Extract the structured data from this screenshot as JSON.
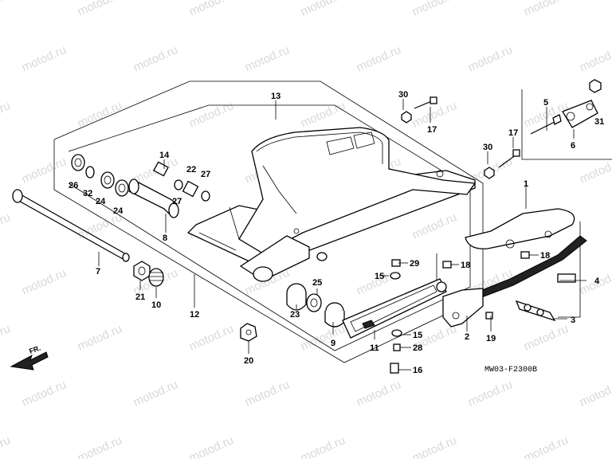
{
  "watermark": "motod.ru",
  "diagram_code": "MW03-F2300B",
  "front_marker": "FR.",
  "callouts": {
    "c1": "1",
    "c2": "2",
    "c3": "3",
    "c4": "4",
    "c5": "5",
    "c6": "6",
    "c7": "7",
    "c8": "8",
    "c9": "9",
    "c10": "10",
    "c11": "11",
    "c12": "12",
    "c13": "13",
    "c14": "14",
    "c15a": "15",
    "c15b": "15",
    "c16": "16",
    "c17a": "17",
    "c17b": "17",
    "c18a": "18",
    "c18b": "18",
    "c19": "19",
    "c20": "20",
    "c21": "21",
    "c22": "22",
    "c23": "23",
    "c24a": "24",
    "c24b": "24",
    "c25": "25",
    "c26": "26",
    "c27a": "27",
    "c27b": "27",
    "c28": "28",
    "c29": "29",
    "c30a": "30",
    "c30b": "30",
    "c31": "31",
    "c32": "32"
  }
}
